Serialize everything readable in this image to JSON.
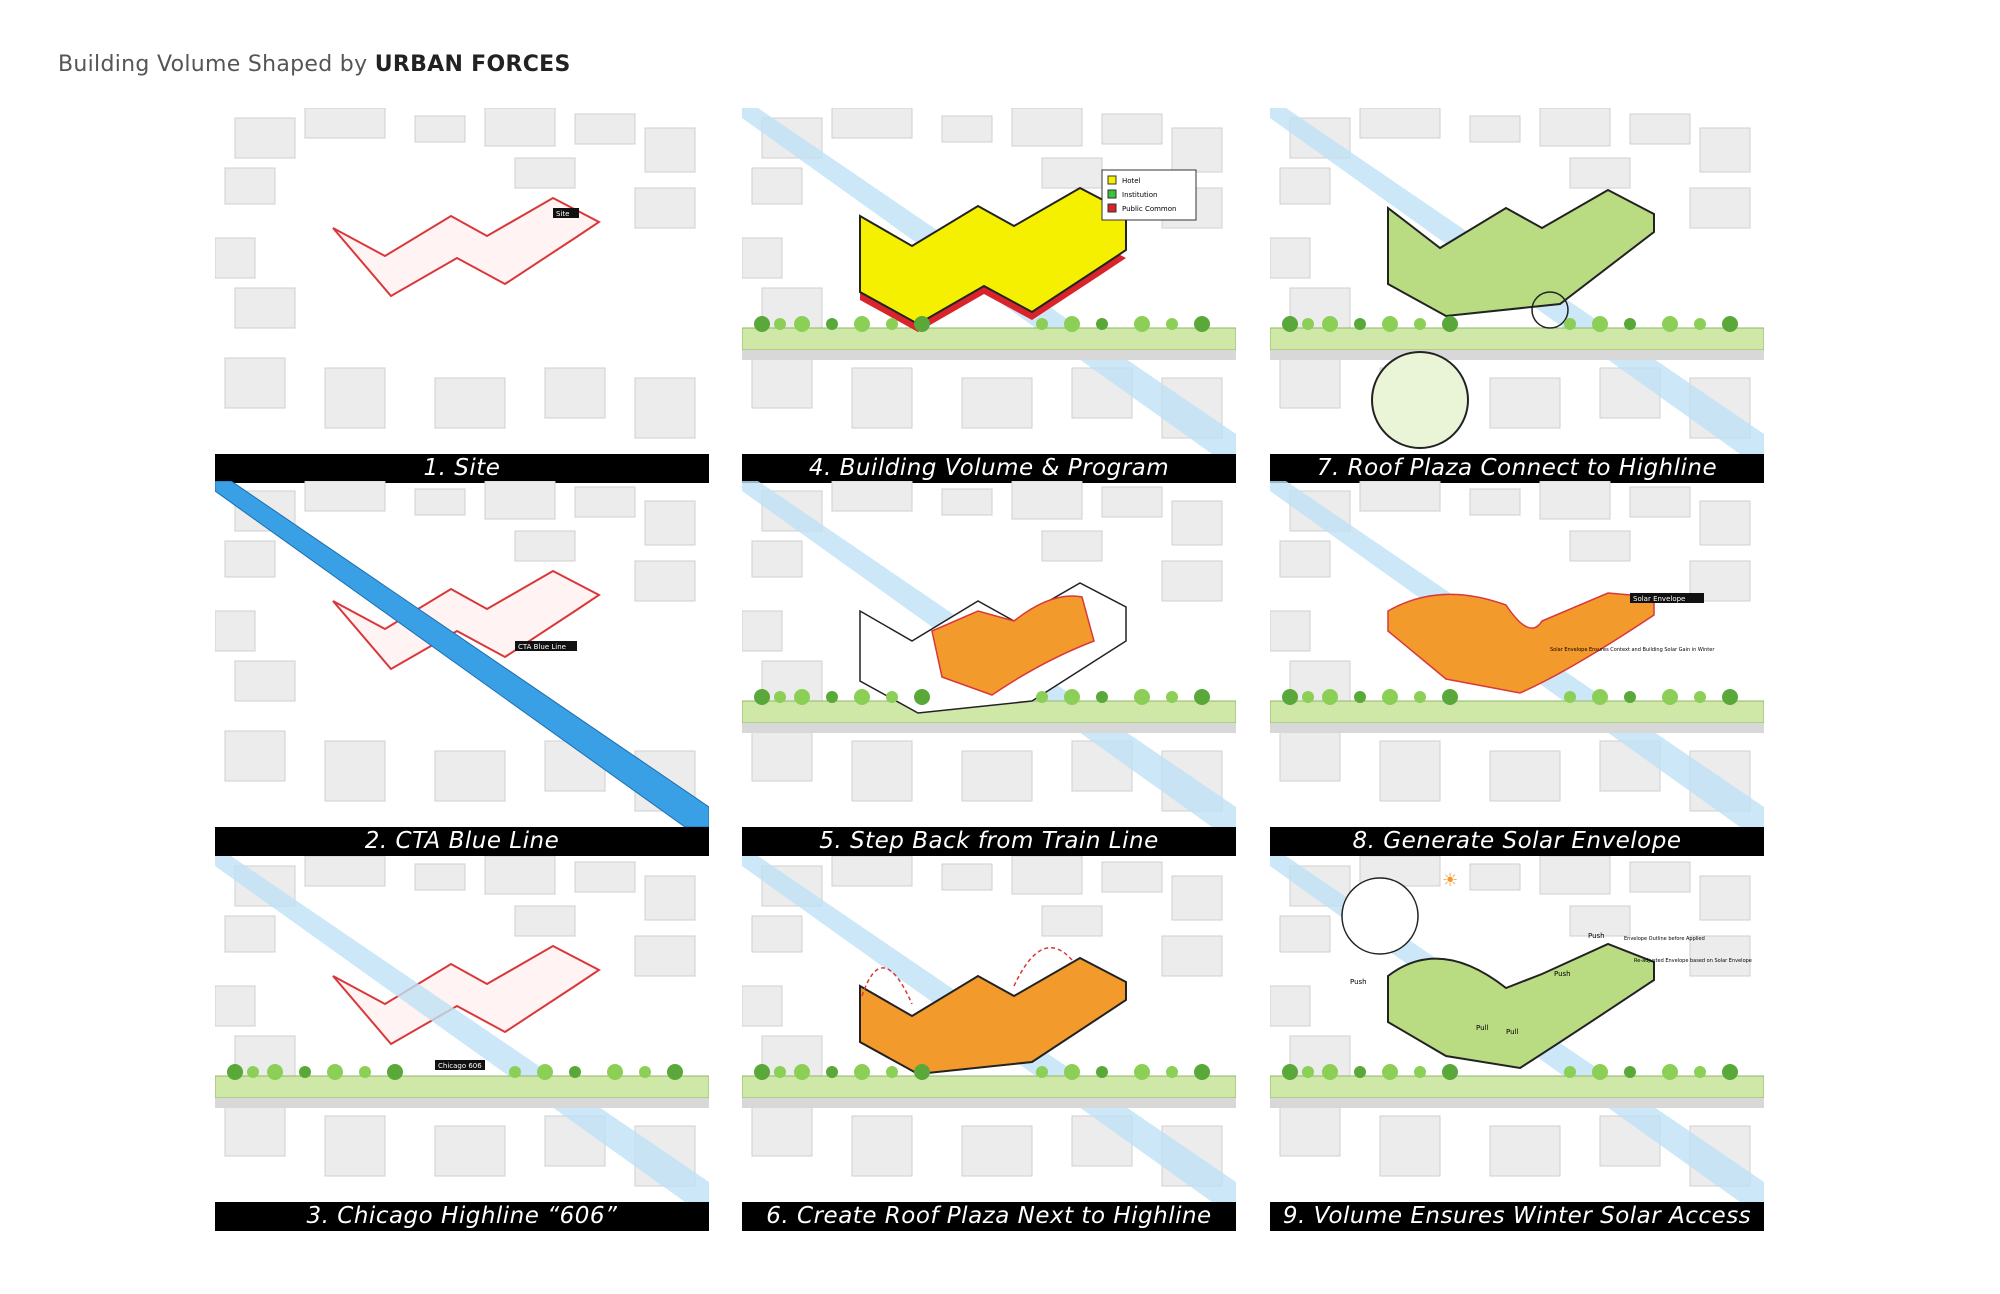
{
  "header": {
    "title_prefix": "Building Volume Shaped by ",
    "title_emphasis": "URBAN FORCES"
  },
  "panels": [
    {
      "caption": "1. Site",
      "labels": [
        "Site"
      ]
    },
    {
      "caption": "2. CTA Blue Line",
      "labels": [
        "CTA Blue Line"
      ]
    },
    {
      "caption": "3. Chicago Highline “606”",
      "labels": [
        "Chicago 606"
      ]
    },
    {
      "caption": "4. Building Volume & Program",
      "labels": [
        "Hotel",
        "Institution",
        "Public Common"
      ]
    },
    {
      "caption": "5. Step Back from Train Line",
      "labels": []
    },
    {
      "caption": "6. Create Roof Plaza Next to Highline",
      "labels": []
    },
    {
      "caption": "7. Roof Plaza Connect to Highline",
      "labels": []
    },
    {
      "caption": "8. Generate Solar Envelope",
      "labels": [
        "Solar Envelope",
        "Solar Envelope Ensures Context and Building Solar Gain in Winter"
      ]
    },
    {
      "caption": "9. Volume Ensures Winter Solar Access",
      "labels": [
        "Push",
        "Push",
        "Push",
        "Pull",
        "Pull",
        "Envelope Outline before Applied",
        "Re-adjusted Envelope based on Solar Envelope"
      ]
    }
  ],
  "colors": {
    "site_outline": "#d9383a",
    "blue_line": "#3aa0e6",
    "blue_line_faint": "#bfe1f5",
    "highline_green": "#cfe8a8",
    "hotel": "#f5f000",
    "institution": "#39c43c",
    "public_common": "#d8242a",
    "roof_plaza": "#f39a2c",
    "roof_green": "#b9dc82",
    "building_gray": "#ececec"
  }
}
